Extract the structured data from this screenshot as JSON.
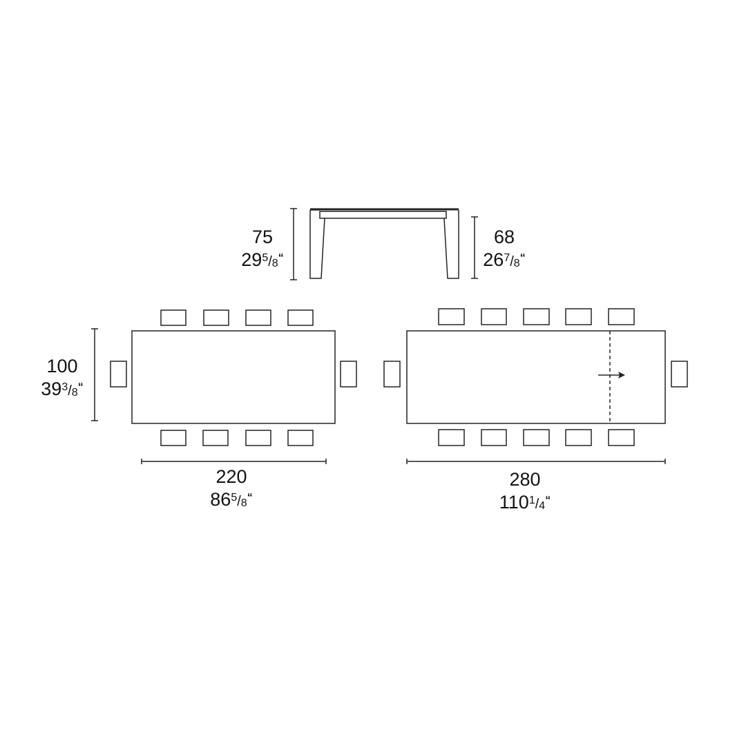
{
  "side_view": {
    "height_total": {
      "cm": "75",
      "inch_whole": "29",
      "inch_num": "5",
      "inch_den": "8",
      "inch_mark": "“"
    },
    "height_clearance": {
      "cm": "68",
      "inch_whole": "26",
      "inch_num": "7",
      "inch_den": "8",
      "inch_mark": "“"
    }
  },
  "plan_closed": {
    "depth": {
      "cm": "100",
      "inch_whole": "39",
      "inch_num": "3",
      "inch_den": "8",
      "inch_mark": "“"
    },
    "length": {
      "cm": "220",
      "inch_whole": "86",
      "inch_num": "5",
      "inch_den": "8",
      "inch_mark": "“"
    },
    "seats": 10
  },
  "plan_extended": {
    "length": {
      "cm": "280",
      "inch_whole": "110",
      "inch_num": "1",
      "inch_den": "4",
      "inch_mark": "“"
    },
    "seats": 12,
    "extension_indicator": "arrow-right"
  },
  "colors": {
    "line": "#222222",
    "background": "#ffffff"
  }
}
